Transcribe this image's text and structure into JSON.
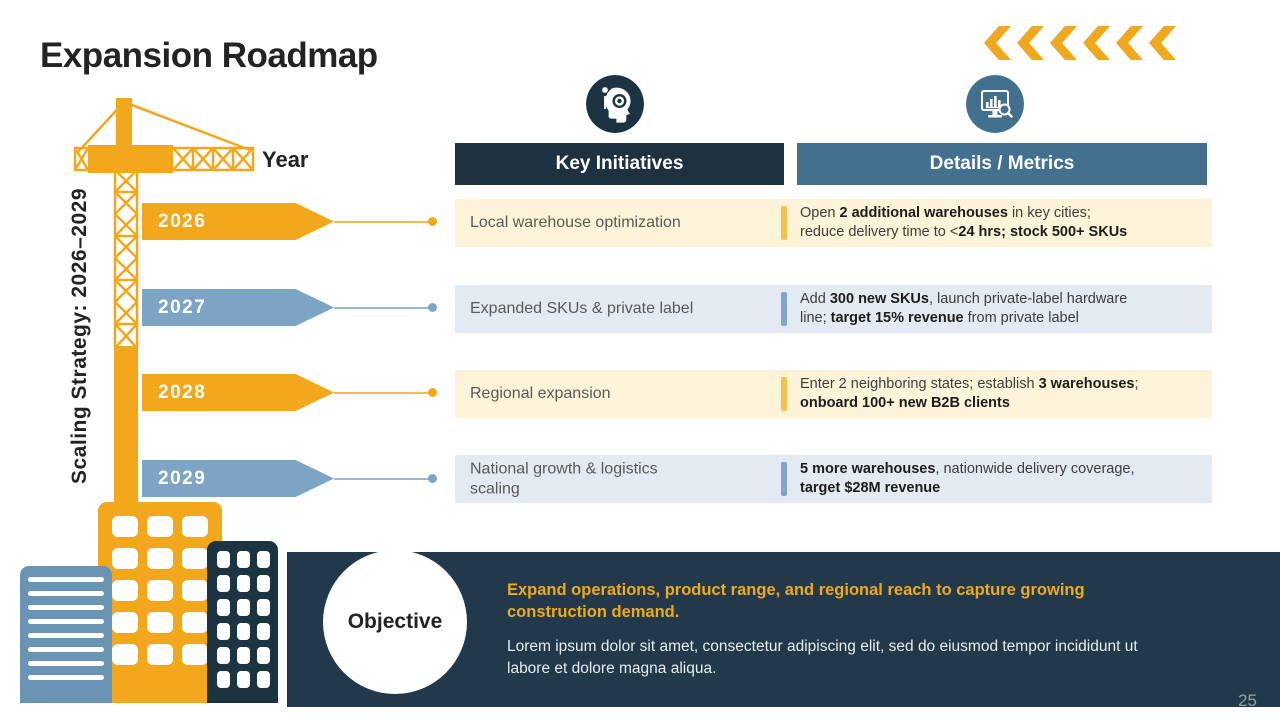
{
  "slide": {
    "title": "Expansion Roadmap",
    "year_axis_label": "Year",
    "vertical_label": "Scaling Strategy: 2026–2029",
    "page_number": "25"
  },
  "colors": {
    "yellow": "#F2A71D",
    "steel_blue": "#7CA4C4",
    "header_dark": "#1E3140",
    "header_blue": "#44708F",
    "panel_navy": "#21394A",
    "row_cream": "#FCF3D8",
    "row_bluegray": "#E4EAF1",
    "chevron_yellow": "#F0A81F"
  },
  "icons": {
    "left_column": "idea-head-gear-icon",
    "right_column": "analytics-monitor-magnifier-icon",
    "top_right": "left-chevrons-icon",
    "left_graphic": "construction-crane-icon",
    "bottom_left": "buildings-icon"
  },
  "table": {
    "col1_header": "Key Initiatives",
    "col2_header": "Details / Metrics"
  },
  "rows": [
    {
      "year": "2026",
      "theme": "yellow",
      "initiative": "Local warehouse optimization",
      "metrics_segments": [
        {
          "t": "Open ",
          "b": false
        },
        {
          "t": "2 additional warehouses",
          "b": true
        },
        {
          "t": " in key cities;\nreduce delivery time to <",
          "b": false
        },
        {
          "t": "24 hrs; stock 500+ SKUs",
          "b": true
        }
      ]
    },
    {
      "year": "2027",
      "theme": "blue",
      "initiative": "Expanded SKUs & private label",
      "metrics_segments": [
        {
          "t": "Add ",
          "b": false
        },
        {
          "t": "300 new SKUs",
          "b": true
        },
        {
          "t": ", launch private-label hardware\nline; ",
          "b": false
        },
        {
          "t": "target 15% revenue",
          "b": true
        },
        {
          "t": " from private label",
          "b": false
        }
      ]
    },
    {
      "year": "2028",
      "theme": "yellow",
      "initiative": "Regional expansion",
      "metrics_segments": [
        {
          "t": "Enter 2 neighboring states; establish ",
          "b": false
        },
        {
          "t": "3 warehouses",
          "b": true
        },
        {
          "t": ";\n",
          "b": false
        },
        {
          "t": "onboard 100+ new B2B clients",
          "b": true
        }
      ]
    },
    {
      "year": "2029",
      "theme": "blue",
      "initiative": "National growth & logistics scaling",
      "metrics_segments": [
        {
          "t": "5 more warehouses",
          "b": true
        },
        {
          "t": ", nationwide delivery coverage,\n",
          "b": false
        },
        {
          "t": "target $28M revenue",
          "b": true
        }
      ]
    }
  ],
  "objective": {
    "label": "Objective",
    "highlight": "Expand operations, product range, and regional reach to capture growing\nconstruction demand.",
    "body": "Lorem ipsum dolor sit amet, consectetur adipiscing elit, sed do eiusmod tempor incididunt ut\nlabore et dolore magna aliqua."
  }
}
